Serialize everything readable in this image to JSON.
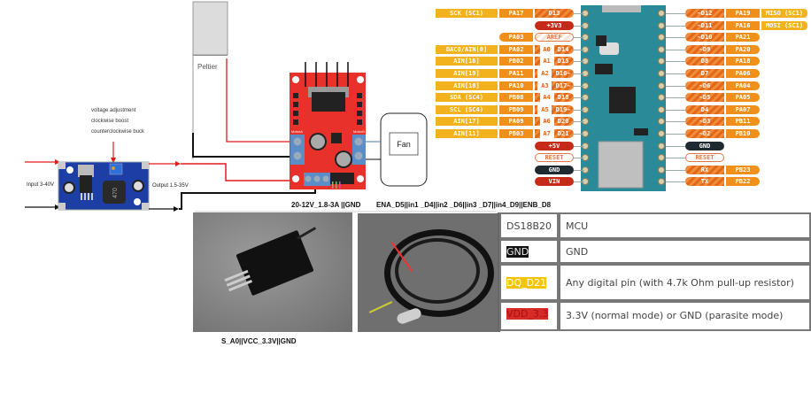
{
  "buck_converter": {
    "annotations": [
      "voltage adjustment",
      "clockwise  boost",
      "counterclockwise buck"
    ],
    "input_label": "Input 3-40V",
    "output_label": "Output 1.5-35V",
    "inductor_marking": "470"
  },
  "peltier": {
    "label": "Peltier"
  },
  "motor_driver": {
    "motor_a_label": "MotorA",
    "motor_b_label": "MotorB",
    "power_caption": "20-12V_1.8-3A ||GND",
    "control_caption": "ENA_D5||in1 _D4||in2 _D6||in3 _D7||in4_D9||ENB_D8"
  },
  "fan": {
    "label": "Fan"
  },
  "pinout": {
    "left": [
      {
        "func": "SCK (SC1)",
        "port": "PA17",
        "analog": "",
        "digital": "D13"
      },
      {
        "func": "",
        "port": "",
        "analog": "",
        "digital": "",
        "special": "+3V3",
        "style": "red"
      },
      {
        "func": "",
        "port": "PA03",
        "analog": "",
        "digital": "",
        "special": "AREF",
        "style": "aref"
      },
      {
        "func": "DAC0/AIN[0]",
        "port": "PA02",
        "analog": "A0",
        "digital": "D14"
      },
      {
        "func": "AIN[16]",
        "port": "PB02",
        "analog": "A1",
        "digital": "D15"
      },
      {
        "func": "AIN[19]",
        "port": "PA11",
        "analog": "A2",
        "digital": "D16~"
      },
      {
        "func": "AIN[18]",
        "port": "PA10",
        "analog": "A3",
        "digital": "D17~"
      },
      {
        "func": "SDA (SC4)",
        "port": "PB08",
        "analog": "A4",
        "digital": "D18"
      },
      {
        "func": "SCL (SC4)",
        "port": "PB09",
        "analog": "A5",
        "digital": "D19~"
      },
      {
        "func": "AIN[17]",
        "port": "PA09",
        "analog": "A6",
        "digital": "D20"
      },
      {
        "func": "AIN[11]",
        "port": "PB03",
        "analog": "A7",
        "digital": "D21"
      },
      {
        "func": "",
        "port": "",
        "analog": "",
        "digital": "",
        "special": "+5V",
        "style": "red"
      },
      {
        "func": "",
        "port": "",
        "analog": "",
        "digital": "",
        "special": "RESET",
        "style": "outline"
      },
      {
        "func": "",
        "port": "",
        "analog": "",
        "digital": "",
        "special": "GND",
        "style": "black"
      },
      {
        "func": "",
        "port": "",
        "analog": "",
        "digital": "",
        "special": "VIN",
        "style": "red"
      }
    ],
    "right": [
      {
        "digital": "~D12",
        "port": "PA19",
        "func": "MISO (SC1)"
      },
      {
        "digital": "~D11",
        "port": "PA16",
        "func": "MOSI (SC1)"
      },
      {
        "digital": "~D10",
        "port": "PA21",
        "func": ""
      },
      {
        "digital": "~D9",
        "port": "PA20",
        "func": ""
      },
      {
        "digital": "D8",
        "port": "PA18",
        "func": ""
      },
      {
        "digital": "D7",
        "port": "PA06",
        "func": ""
      },
      {
        "digital": "~D6",
        "port": "PA04",
        "func": ""
      },
      {
        "digital": "~D5",
        "port": "PA05",
        "func": ""
      },
      {
        "digital": "D4",
        "port": "PA07",
        "func": ""
      },
      {
        "digital": "~D3",
        "port": "PB11",
        "func": ""
      },
      {
        "digital": "~D2",
        "port": "PB10",
        "func": ""
      },
      {
        "digital": "",
        "port": "",
        "func": "",
        "special": "GND",
        "style": "black"
      },
      {
        "digital": "",
        "port": "",
        "func": "",
        "special": "RESET",
        "style": "outline"
      },
      {
        "digital": "RX",
        "port": "PB23",
        "func": ""
      },
      {
        "digital": "TX",
        "port": "PB22",
        "func": ""
      }
    ]
  },
  "analog_sensor": {
    "caption": "S_A0||VCC_3.3V||GND"
  },
  "ds18b20_table": {
    "header": [
      "DS18B20",
      "MCU"
    ],
    "rows": [
      {
        "pin": "GND",
        "connection": "GND",
        "highlight": "black"
      },
      {
        "pin": "DQ_D21",
        "connection": "Any digital pin (with 4.7k Ohm pull-up resistor)",
        "highlight": "yellow"
      },
      {
        "pin": "VDD_3.3",
        "connection": "3.3V (normal mode) or GND (parasite mode)",
        "highlight": "red"
      }
    ]
  },
  "colors": {
    "wire_red": "#e01b1b",
    "wire_black": "#111111",
    "driver_board": "#e8312a",
    "mcu_board": "#2b8a97",
    "func_pill": "#f2b21e",
    "port_pill": "#f0901a",
    "digital_pill": "#e2691a"
  }
}
